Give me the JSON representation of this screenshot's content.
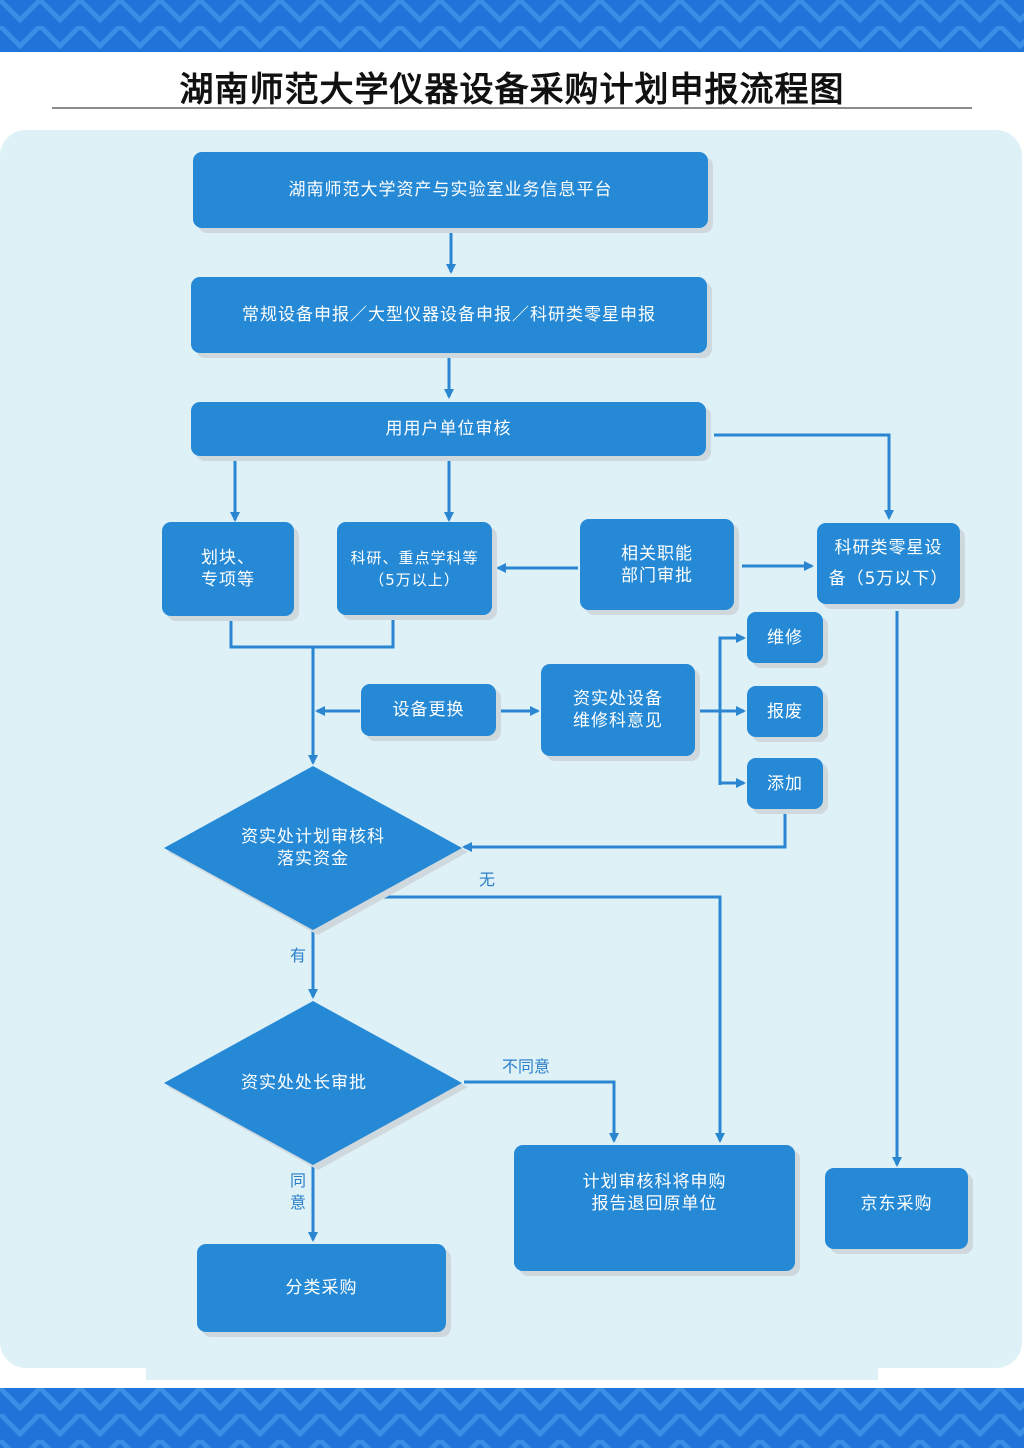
{
  "title": "湖南师范大学仪器设备采购计划申报流程图",
  "colors": {
    "node_fill": "#2589d6",
    "connector": "#2a86d1",
    "panel_bg": "#def1f7",
    "band": "#1f73d9",
    "label_text": "#2a7fc8"
  },
  "nodes": {
    "platform": "湖南师范大学资产与实验室业务信息平台",
    "declare": "常规设备申报／大型仪器设备申报／科研类零星申报",
    "unit_review": "用用户单位审核",
    "block_special": "划块、\n专项等",
    "research_key": "科研、重点学科等\n（5万以上）",
    "dept_approve": "相关职能\n部门审批",
    "research_small": "科研类零星设\n备（5万以下）",
    "equip_replace": "设备更换",
    "repair_opinion": "资实处设备\n维修科意见",
    "repair": "维修",
    "scrap": "报废",
    "add": "添加",
    "plan_review": "资实处计划审核科\n落实资金",
    "director_approve": "资实处处长审批",
    "classified_purchase": "分类采购",
    "return_report": "计划审核科将申购\n报告退回原单位",
    "jd_purchase": "京东采购"
  },
  "edge_labels": {
    "no_funds": "无",
    "has_funds": "有",
    "disagree": "不同意",
    "agree": "同\n意"
  }
}
